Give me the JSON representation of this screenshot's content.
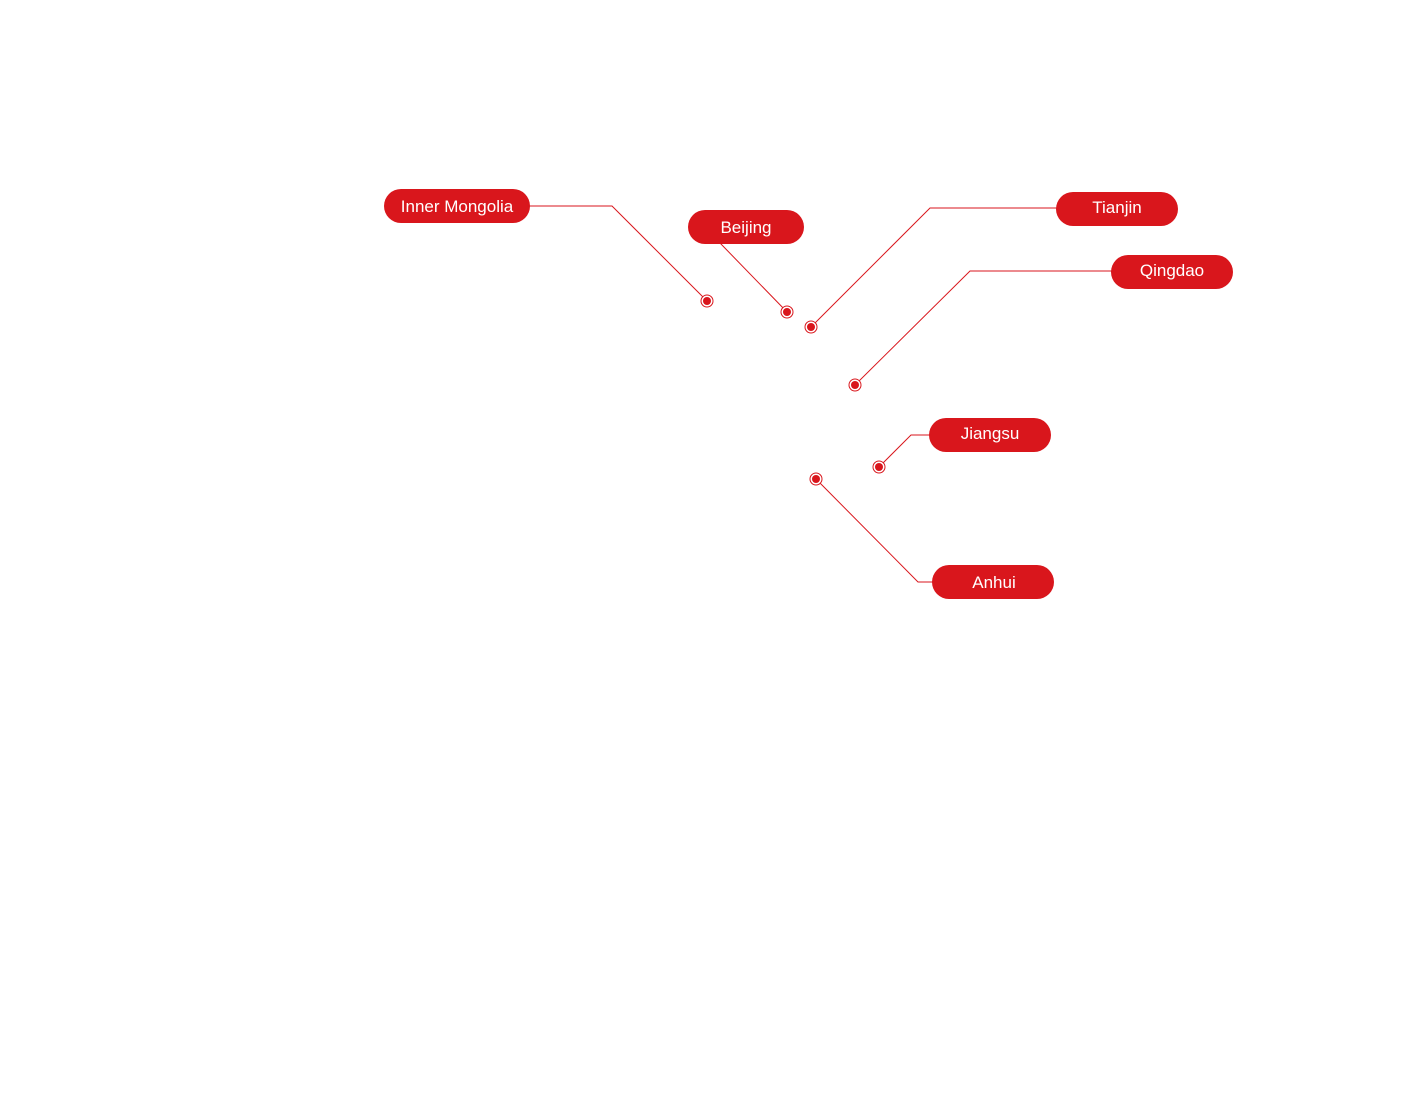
{
  "theme": {
    "accent_color": "#d9161c",
    "background_color": "#ffffff",
    "label_text_color": "#ffffff"
  },
  "markers": [
    {
      "id": "inner-mongolia",
      "label": "Inner Mongolia",
      "icon": "location-dot-icon"
    },
    {
      "id": "beijing",
      "label": "Beijing",
      "icon": "location-dot-icon"
    },
    {
      "id": "tianjin",
      "label": "Tianjin",
      "icon": "location-dot-icon"
    },
    {
      "id": "qingdao",
      "label": "Qingdao",
      "icon": "location-dot-icon"
    },
    {
      "id": "jiangsu",
      "label": "Jiangsu",
      "icon": "location-dot-icon"
    },
    {
      "id": "anhui",
      "label": "Anhui",
      "icon": "location-dot-icon"
    }
  ]
}
